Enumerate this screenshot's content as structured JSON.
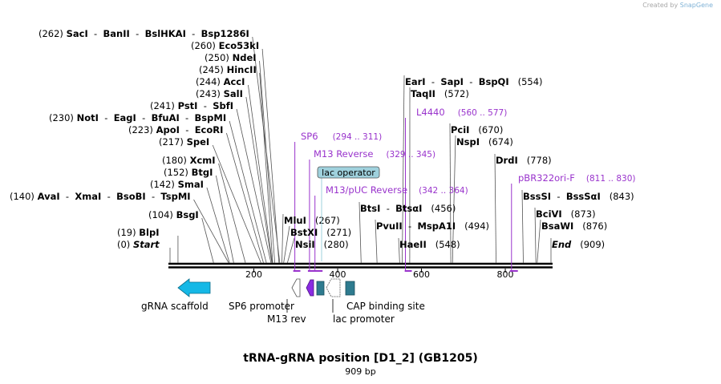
{
  "credit": {
    "prefix": "Created by",
    "brand": "SnapGene"
  },
  "title": "tRNA-gRNA position [D1_2] (GB1205)",
  "length_label": "909 bp",
  "sequence": {
    "length": 909,
    "ticks": [
      200,
      400,
      600,
      800
    ]
  },
  "colors": {
    "enzyme": "#000000",
    "primer": "#9933cc",
    "feature_teal": "#2e7b8f",
    "scaffold": "#15b8e6",
    "m13": "#8a2be2",
    "operator_fill": "#9fd1dd"
  },
  "enzymes": [
    {
      "pos": 262,
      "labels": [
        "SacI",
        "BanII",
        "BslHKAI",
        "Bsp1286I"
      ],
      "pos_text": "(262)"
    },
    {
      "pos": 260,
      "labels": [
        "Eco53kI"
      ],
      "pos_text": "(260)"
    },
    {
      "pos": 250,
      "labels": [
        "NdeI"
      ],
      "pos_text": "(250)"
    },
    {
      "pos": 245,
      "labels": [
        "HincII"
      ],
      "pos_text": "(245)"
    },
    {
      "pos": 244,
      "labels": [
        "AccI"
      ],
      "pos_text": "(244)"
    },
    {
      "pos": 243,
      "labels": [
        "SalI"
      ],
      "pos_text": "(243)"
    },
    {
      "pos": 241,
      "labels": [
        "PstI",
        "SbfI"
      ],
      "pos_text": "(241)"
    },
    {
      "pos": 230,
      "labels": [
        "NotI",
        "EagI",
        "BfuAI",
        "BspMI"
      ],
      "pos_text": "(230)"
    },
    {
      "pos": 223,
      "labels": [
        "ApoI",
        "EcoRI"
      ],
      "pos_text": "(223)"
    },
    {
      "pos": 217,
      "labels": [
        "SpeI"
      ],
      "pos_text": "(217)"
    },
    {
      "pos": 180,
      "labels": [
        "XcmI"
      ],
      "pos_text": "(180)"
    },
    {
      "pos": 152,
      "labels": [
        "BtgI"
      ],
      "pos_text": "(152)"
    },
    {
      "pos": 142,
      "labels": [
        "SmaI"
      ],
      "pos_text": "(142)"
    },
    {
      "pos": 140,
      "labels": [
        "AvaI",
        "XmaI",
        "BsoBI",
        "TspMI"
      ],
      "pos_text": "(140)"
    },
    {
      "pos": 104,
      "labels": [
        "BsgI"
      ],
      "pos_text": "(104)"
    },
    {
      "pos": 19,
      "labels": [
        "BlpI"
      ],
      "pos_text": "(19)"
    },
    {
      "pos": 0,
      "labels": [
        "Start"
      ],
      "pos_text": "(0)",
      "italic": true
    },
    {
      "pos": 267,
      "labels": [
        "MluI"
      ],
      "pos_text": "(267)"
    },
    {
      "pos": 271,
      "labels": [
        "BstXI"
      ],
      "pos_text": "(271)"
    },
    {
      "pos": 280,
      "labels": [
        "NsiI"
      ],
      "pos_text": "(280)"
    },
    {
      "pos": 554,
      "labels": [
        "EarI",
        "SapI",
        "BspQI"
      ],
      "pos_text": "(554)"
    },
    {
      "pos": 572,
      "labels": [
        "TaqII"
      ],
      "pos_text": "(572)"
    },
    {
      "pos": 670,
      "labels": [
        "PciI"
      ],
      "pos_text": "(670)"
    },
    {
      "pos": 674,
      "labels": [
        "NspI"
      ],
      "pos_text": "(674)"
    },
    {
      "pos": 456,
      "labels": [
        "BtsI",
        "BtsαI"
      ],
      "pos_text": "(456)"
    },
    {
      "pos": 494,
      "labels": [
        "PvuII",
        "MspA1I"
      ],
      "pos_text": "(494)"
    },
    {
      "pos": 548,
      "labels": [
        "HaeII"
      ],
      "pos_text": "(548)"
    },
    {
      "pos": 778,
      "labels": [
        "DrdI"
      ],
      "pos_text": "(778)"
    },
    {
      "pos": 843,
      "labels": [
        "BssSI",
        "BssSαI"
      ],
      "pos_text": "(843)"
    },
    {
      "pos": 873,
      "labels": [
        "BciVI"
      ],
      "pos_text": "(873)"
    },
    {
      "pos": 876,
      "labels": [
        "BsaWI"
      ],
      "pos_text": "(876)"
    },
    {
      "pos": 909,
      "labels": [
        "End"
      ],
      "pos_text": "(909)",
      "italic": true
    }
  ],
  "primers": [
    {
      "name": "SP6",
      "range": "(294 .. 311)",
      "start": 294,
      "end": 311
    },
    {
      "name": "M13 Reverse",
      "range": "(329 .. 345)",
      "start": 329,
      "end": 345
    },
    {
      "name": "M13/pUC Reverse",
      "range": "(342 .. 364)",
      "start": 342,
      "end": 364
    },
    {
      "name": "L4440",
      "range": "(560 .. 577)",
      "start": 560,
      "end": 577
    },
    {
      "name": "pBR322ori-F",
      "range": "(811 .. 830)",
      "start": 811,
      "end": 830
    }
  ],
  "operator": {
    "label": "lac operator"
  },
  "features": {
    "grna_scaffold": "gRNA scaffold",
    "sp6_promoter": "SP6 promoter",
    "m13_rev": "M13 rev",
    "lac_promoter": "lac promoter",
    "cap_site": "CAP binding site"
  }
}
